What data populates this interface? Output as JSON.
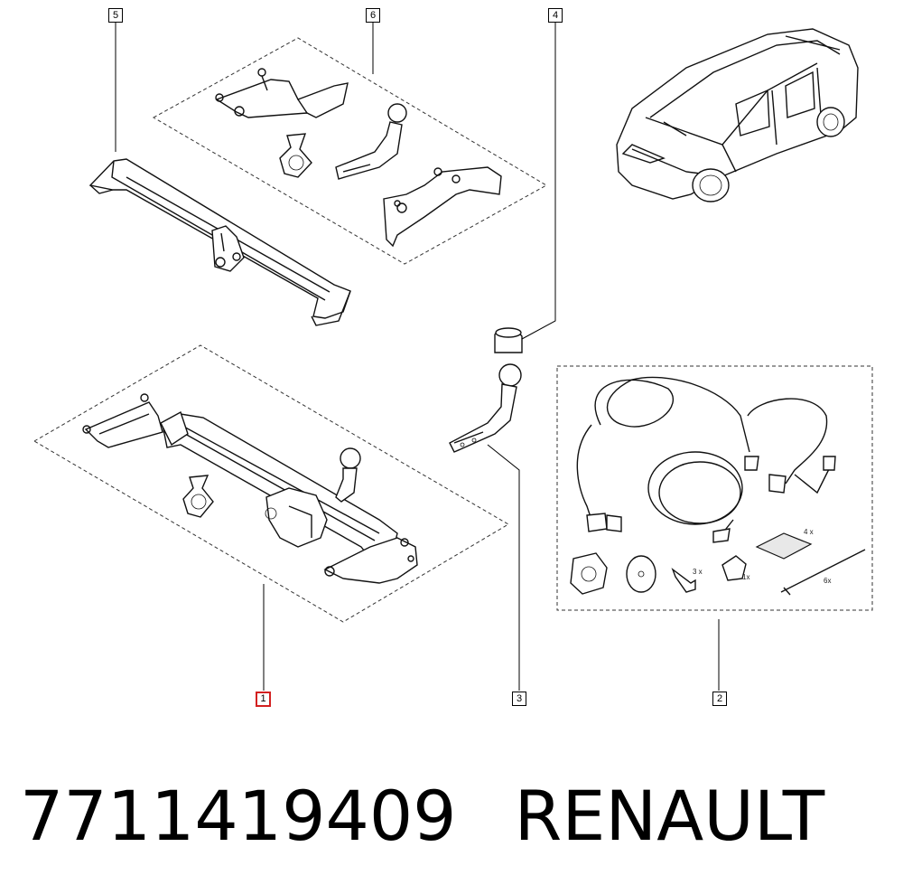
{
  "callouts": {
    "c1": "1",
    "c2": "2",
    "c3": "3",
    "c4": "4",
    "c5": "5",
    "c6": "6"
  },
  "kit_quantities": {
    "q1": "4 x",
    "q2": "3 x",
    "q3": "1x",
    "q4": "6x"
  },
  "caption": {
    "part_number": "7711419409",
    "brand": "RENAULT"
  },
  "colors": {
    "highlight": "#d32020",
    "line": "#111111"
  }
}
